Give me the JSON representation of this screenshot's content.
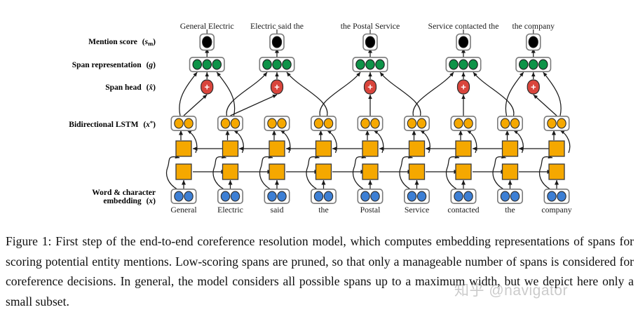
{
  "figure": {
    "row_labels": [
      {
        "id": "mention-score",
        "text": "Mention score",
        "symbol": "(s",
        "symbol_sub": "m",
        "symbol_end": ")"
      },
      {
        "id": "span-representation",
        "text": "Span representation",
        "symbol": "(g)"
      },
      {
        "id": "span-head",
        "text": "Span head",
        "symbol": "(x̂)"
      },
      {
        "id": "bidirectional-lstm",
        "text": "Bidirectional LSTM",
        "symbol": "(x*)"
      },
      {
        "id": "word-character-embedding",
        "line1": "Word & character",
        "line2": "embedding",
        "symbol": "(x)"
      }
    ],
    "span_labels": [
      "General Electric",
      "Electric said the",
      "the Postal Service",
      "Service contacted the",
      "the company"
    ],
    "words": [
      "General",
      "Electric",
      "said",
      "the",
      "Postal",
      "Service",
      "contacted",
      "the",
      "company"
    ],
    "spans": [
      {
        "label": "General Electric",
        "start": 0,
        "end": 1,
        "head": 0
      },
      {
        "label": "Electric said the",
        "start": 1,
        "end": 3,
        "head": 1
      },
      {
        "label": "the Postal Service",
        "start": 3,
        "end": 5,
        "head": 4
      },
      {
        "label": "Service contacted the",
        "start": 5,
        "end": 7,
        "head": 6
      },
      {
        "label": "the company",
        "start": 7,
        "end": 8,
        "head": 8
      }
    ],
    "plus_glyph": "+",
    "colors": {
      "lstm": "#f5a800",
      "embedding": "#3d7fd4",
      "span_rep": "#0e9348",
      "mention_score": "#000000",
      "span_head": "#d9453c",
      "box_stroke": "#7a7a7a"
    },
    "counts": {
      "lstm_units_per_column": 2,
      "embedding_units_per_column": 2,
      "span_rep_units": 3,
      "word_columns": 9,
      "span_count": 5
    }
  },
  "caption": {
    "text": "Figure 1: First step of the end-to-end coreference resolution model, which computes embedding representations of spans for scoring potential entity mentions. Low-scoring spans are pruned, so that only a manageable number of spans is considered for coreference decisions. In general, the model considers all possible spans up to a maximum width, but we depict here only a small subset."
  },
  "watermark": {
    "text": "知乎 @navigator"
  }
}
